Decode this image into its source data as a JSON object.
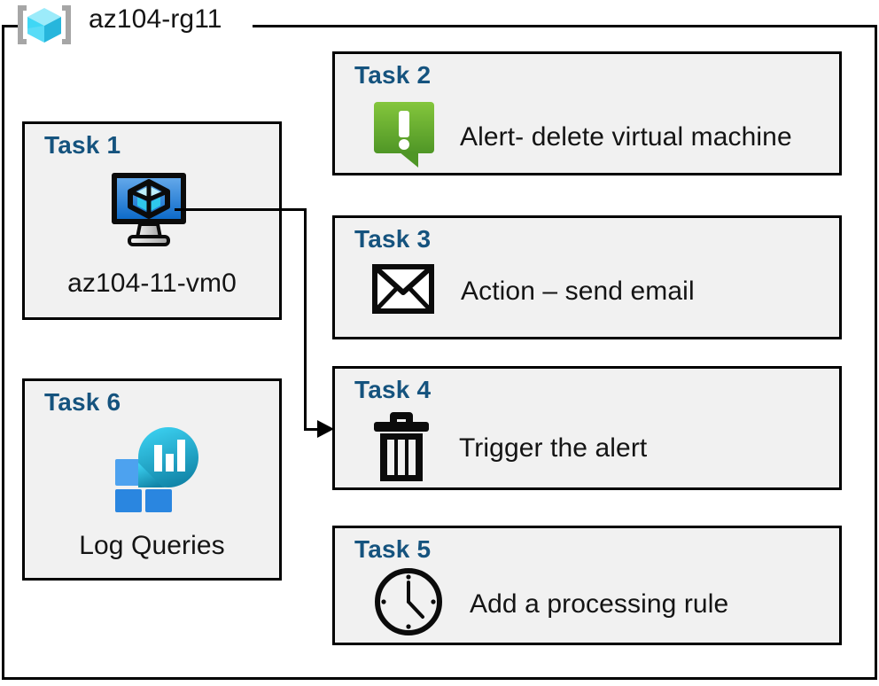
{
  "resource_group": {
    "name": "az104-rg11",
    "icon": "resource-group-cube-icon"
  },
  "colors": {
    "task_heading": "#15537E",
    "box_fill": "#F1F1F1",
    "box_border": "#000000",
    "alert_green_light": "#7DC242",
    "alert_green_dark": "#539D24",
    "vm_blue_light": "#5EA3E8",
    "vm_blue_dark": "#1268C3",
    "log_cyan": "#32C8EA",
    "log_teal": "#1590AE",
    "log_square_light": "#4EA3F0",
    "log_square_dark": "#2585DE",
    "rg_cube_cyan": "#7FE3F7",
    "rg_bracket_gray": "#A6A6A6"
  },
  "tasks": [
    {
      "id": "task1",
      "heading": "Task 1",
      "caption": "az104-11-vm0",
      "icon": "virtual-machine-icon",
      "column": "left"
    },
    {
      "id": "task2",
      "heading": "Task 2",
      "label": "Alert- delete virtual machine",
      "icon": "alert-exclamation-icon",
      "column": "right"
    },
    {
      "id": "task3",
      "heading": "Task 3",
      "label": "Action – send email",
      "icon": "envelope-icon",
      "column": "right"
    },
    {
      "id": "task4",
      "heading": "Task 4",
      "label": "Trigger the alert",
      "icon": "trash-can-icon",
      "column": "right"
    },
    {
      "id": "task5",
      "heading": "Task 5",
      "label": "Add a processing rule",
      "icon": "clock-icon",
      "column": "right"
    },
    {
      "id": "task6",
      "heading": "Task 6",
      "caption": "Log Queries",
      "icon": "log-analytics-icon",
      "column": "left"
    }
  ],
  "connector": {
    "from": "task1",
    "to": "task4",
    "arrow": "arrowhead-right"
  }
}
